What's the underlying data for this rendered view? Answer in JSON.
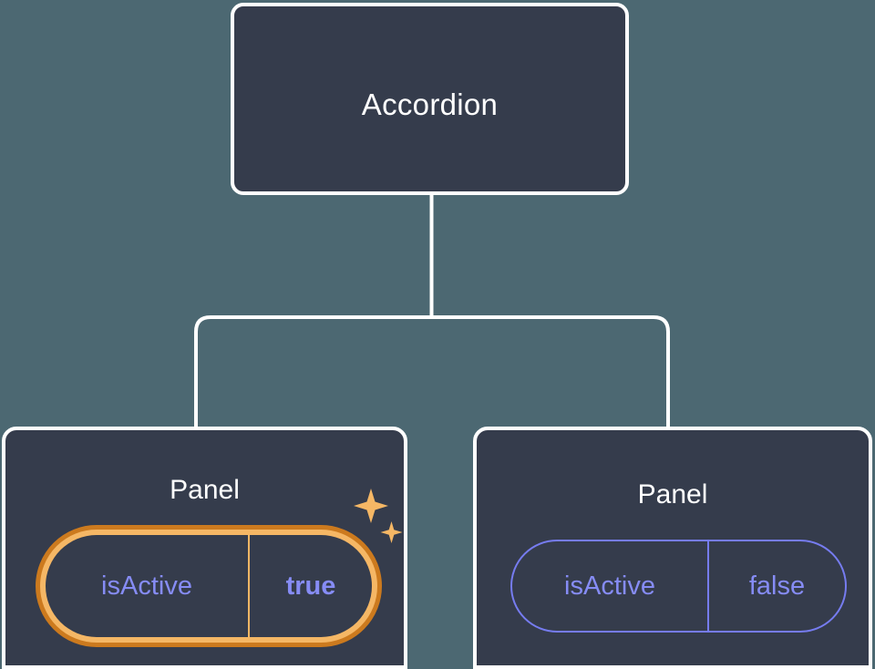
{
  "diagram": {
    "type": "component-tree",
    "background_color": "#4c6872",
    "node_fill": "#353c4c",
    "node_border": "#ffffff",
    "connector_color": "#ffffff",
    "prop_text_color": "#868cf5",
    "highlight_outer_color": "#cc7a1e",
    "highlight_inner_color": "#f5b765",
    "sparkle_color": "#f5b765"
  },
  "root": {
    "label": "Accordion"
  },
  "children": [
    {
      "label": "Panel",
      "highlighted": true,
      "prop": {
        "name": "isActive",
        "value": "true"
      },
      "sparkle_icon": "sparkles-icon"
    },
    {
      "label": "Panel",
      "highlighted": false,
      "prop": {
        "name": "isActive",
        "value": "false"
      }
    }
  ]
}
